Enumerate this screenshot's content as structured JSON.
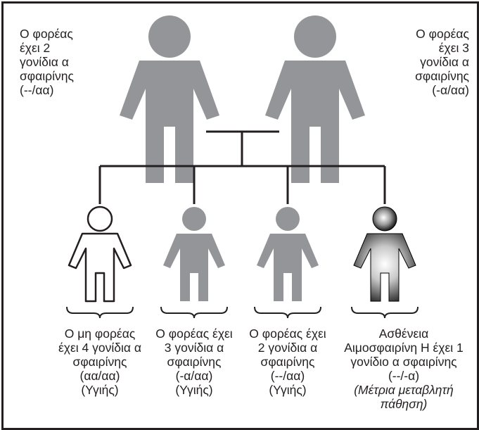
{
  "colors": {
    "carrier": "#939598",
    "outline": "#231f20",
    "background": "#ffffff",
    "frame": "#231f20"
  },
  "parents": {
    "left": {
      "figure": "carrier-person-icon",
      "label": [
        "Ο φορέας",
        "έχει 2",
        "γονίδια α",
        "σφαιρίνης",
        "(--/αα)"
      ]
    },
    "right": {
      "figure": "carrier-person-icon",
      "label": [
        "Ο φορέας",
        "έχει 3",
        "γονίδια α",
        "σφαιρίνης",
        "(-α/αα)"
      ]
    }
  },
  "children": [
    {
      "figure": "healthy-outline-person-icon",
      "label": [
        "Ο μη φορέας",
        "έχει 4 γονίδια α",
        "σφαιρίνης",
        "(αα/αα)",
        "(Υγιής)"
      ],
      "note": []
    },
    {
      "figure": "carrier-person-icon",
      "label": [
        "Ο φορέας έχει",
        "3 γονίδια α",
        "σφαιρίνης",
        "(-α/αα)",
        "(Υγιής)"
      ],
      "note": []
    },
    {
      "figure": "carrier-person-icon",
      "label": [
        "Ο φορέας έχει",
        "2 γονίδια α",
        "σφαιρίνης",
        "(--/αα)",
        "(Υγιής)"
      ],
      "note": []
    },
    {
      "figure": "affected-gradient-person-icon",
      "label": [
        "Ασθένεια",
        "Αιμοσφαιρίνη Η έχει 1",
        "γονίδιο α σφαιρίνης",
        "(--/-α)"
      ],
      "note": [
        "(Μέτρια μεταβλητή",
        "πάθηση)"
      ]
    }
  ]
}
